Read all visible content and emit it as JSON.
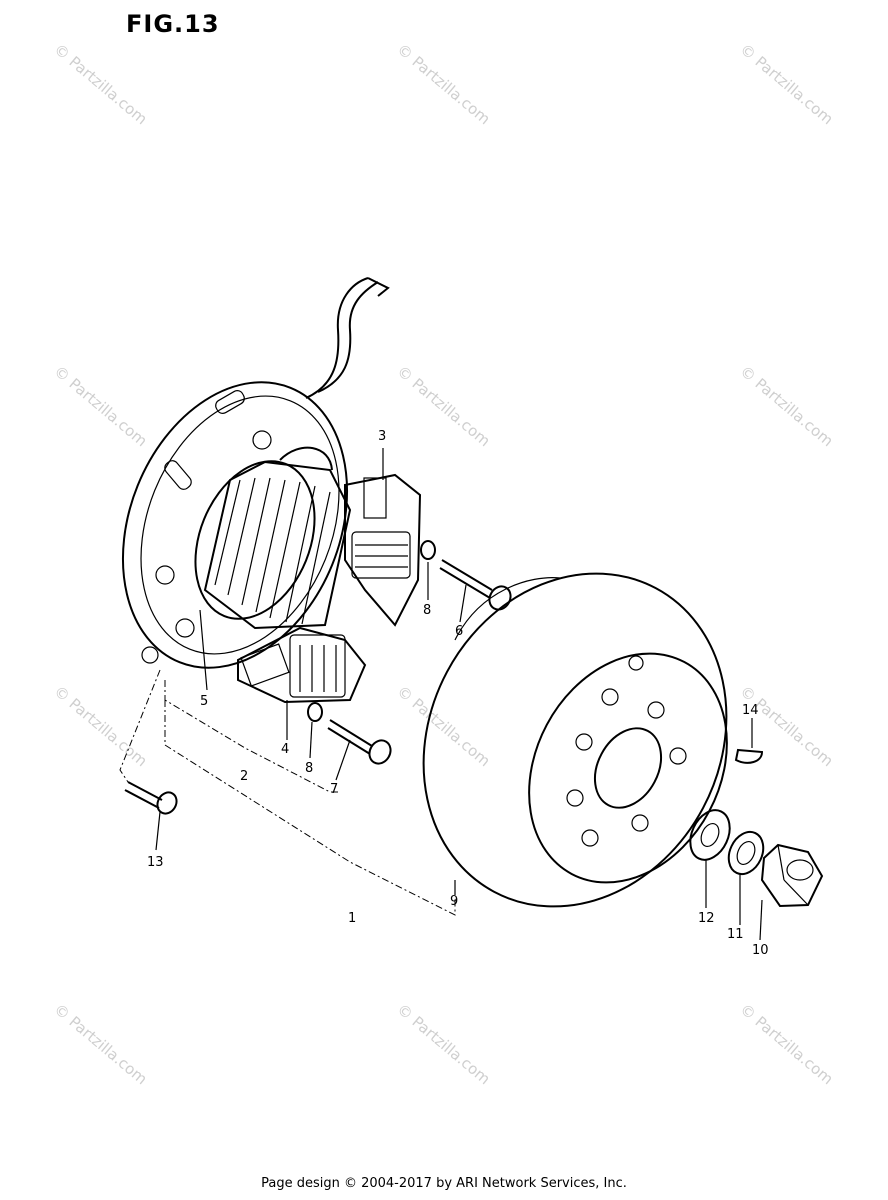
{
  "figure": {
    "title": "FIG.13"
  },
  "watermark": {
    "text": "© Partzilla.com"
  },
  "callouts": [
    {
      "label": "1"
    },
    {
      "label": "2"
    },
    {
      "label": "3"
    },
    {
      "label": "4"
    },
    {
      "label": "5"
    },
    {
      "label": "6"
    },
    {
      "label": "7"
    },
    {
      "label": "8"
    },
    {
      "label": "8"
    },
    {
      "label": "9"
    },
    {
      "label": "10"
    },
    {
      "label": "11"
    },
    {
      "label": "12"
    },
    {
      "label": "13"
    },
    {
      "label": "14"
    }
  ],
  "footer": {
    "text": "Page design © 2004-2017 by ARI Network Services, Inc."
  }
}
